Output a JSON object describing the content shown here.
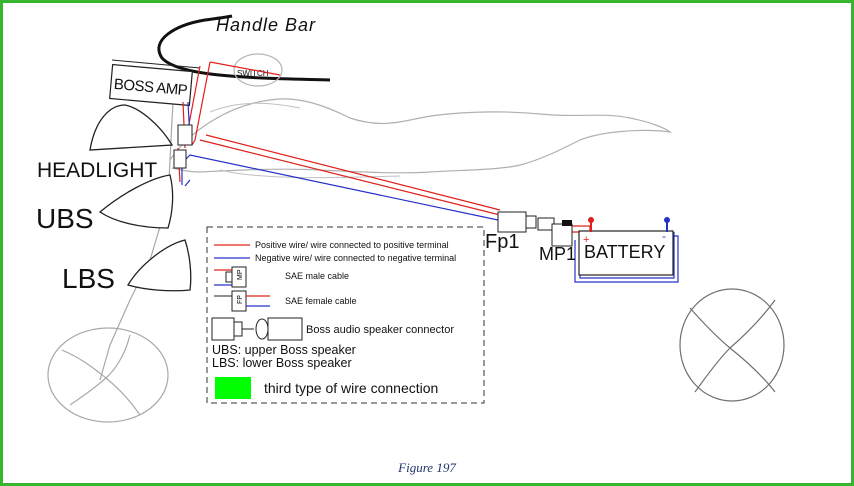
{
  "labels": {
    "handle_bar": "Handle Bar",
    "switch": "SWITCH",
    "boss_amp": "BOSS AMP",
    "headlight": "HEADLIGHT",
    "ubs": "UBS",
    "lbs": "LBS",
    "fp1": "Fp1",
    "mp1": "MP1",
    "battery": "BATTERY",
    "plus": "+",
    "minus": "-"
  },
  "legend": {
    "positive_wire": "Positive wire/ wire connected to positive terminal",
    "negative_wire": "Negative wire/ wire connected to negative terminal",
    "mp_tag": "MP",
    "fp_tag": "FP",
    "sae_male": "SAE male cable",
    "sae_female": "SAE female cable",
    "boss_connector": "Boss audio speaker connector",
    "ubs_def": "UBS: upper Boss speaker",
    "lbs_def": "LBS: lower Boss speaker",
    "third_type": "third type of wire connection"
  },
  "colors": {
    "frame": "#37b52f",
    "positive": "#e0201c",
    "negative": "#2630c8",
    "third_type": "#00ff00",
    "caption": "#22336e"
  },
  "caption": "Figure 197"
}
